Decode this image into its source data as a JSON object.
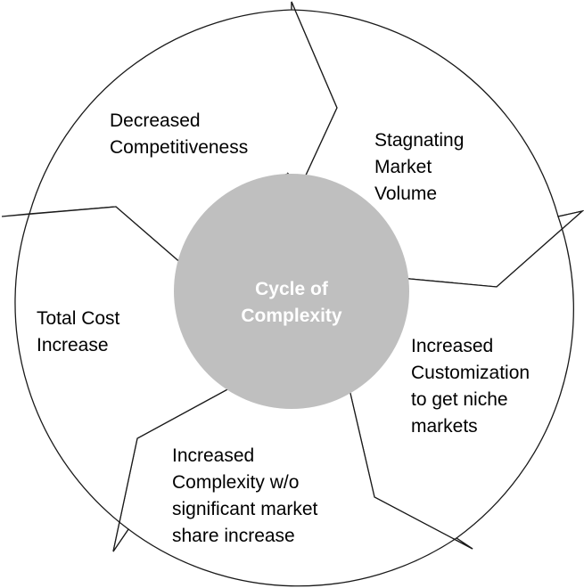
{
  "diagram": {
    "type": "cycle",
    "hub": {
      "label": "Cycle of\nComplexity",
      "color": "#bfbfbf",
      "text_color": "#ffffff"
    },
    "stages": [
      {
        "label": "Decreased\nCompetitiveness"
      },
      {
        "label": "Stagnating\nMarket\nVolume"
      },
      {
        "label": "Increased\nCustomization\nto get niche\nmarkets"
      },
      {
        "label": "Increased\nComplexity w/o\nsignificant market\nshare increase"
      },
      {
        "label": "Total Cost\nIncrease"
      }
    ],
    "outline_color": "#1a1a1a",
    "background": "#ffffff"
  }
}
